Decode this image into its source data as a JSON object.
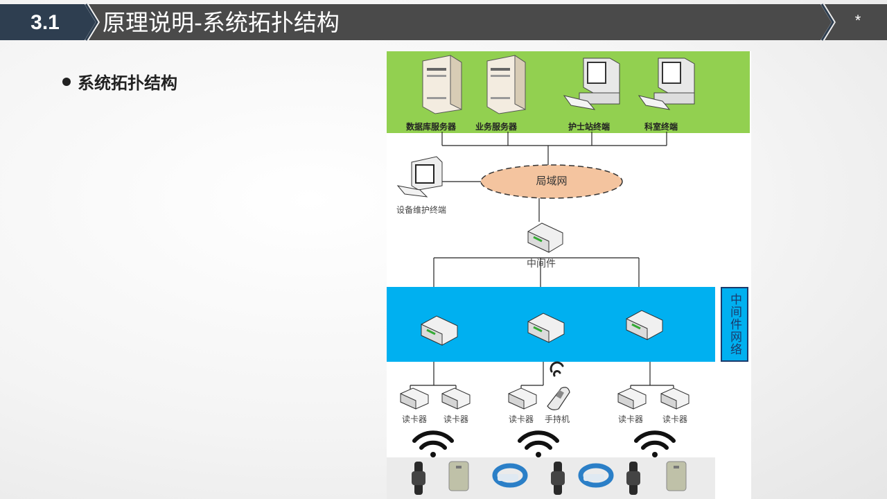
{
  "header": {
    "section_number": "3.1",
    "title": "原理说明-系统拓扑结构",
    "page_mark": "*",
    "colors": {
      "dark": "#2e3e50",
      "bar": "#4a4a4a"
    }
  },
  "content": {
    "bullet": "系统拓扑结构"
  },
  "diagram": {
    "top_layer": {
      "color": "#92d050",
      "nodes": [
        {
          "label": "数据库服务器",
          "icon": "server-icon"
        },
        {
          "label": "业务服务器",
          "icon": "server-icon"
        },
        {
          "label": "护士站终端",
          "icon": "workstation-icon"
        },
        {
          "label": "科室终端",
          "icon": "workstation-icon"
        }
      ]
    },
    "maintenance": {
      "label": "设备维护终端",
      "icon": "computer-icon"
    },
    "lan": {
      "label": "局域网",
      "color": "#f4c49f"
    },
    "middleware": {
      "label": "中间件",
      "icon": "router-icon"
    },
    "middleware_network": {
      "label": "中间件网络",
      "color": "#00b0f0"
    },
    "readers": {
      "group1": [
        "读卡器",
        "读卡器"
      ],
      "group2": [
        "读卡器",
        "手持机"
      ],
      "group3": [
        "读卡器",
        "读卡器"
      ]
    },
    "devices": [
      "wristband-icon",
      "tag-icon",
      "wristband-blue-icon",
      "wristband-icon",
      "wristband-blue-icon",
      "wristband-icon",
      "tag-icon"
    ]
  }
}
